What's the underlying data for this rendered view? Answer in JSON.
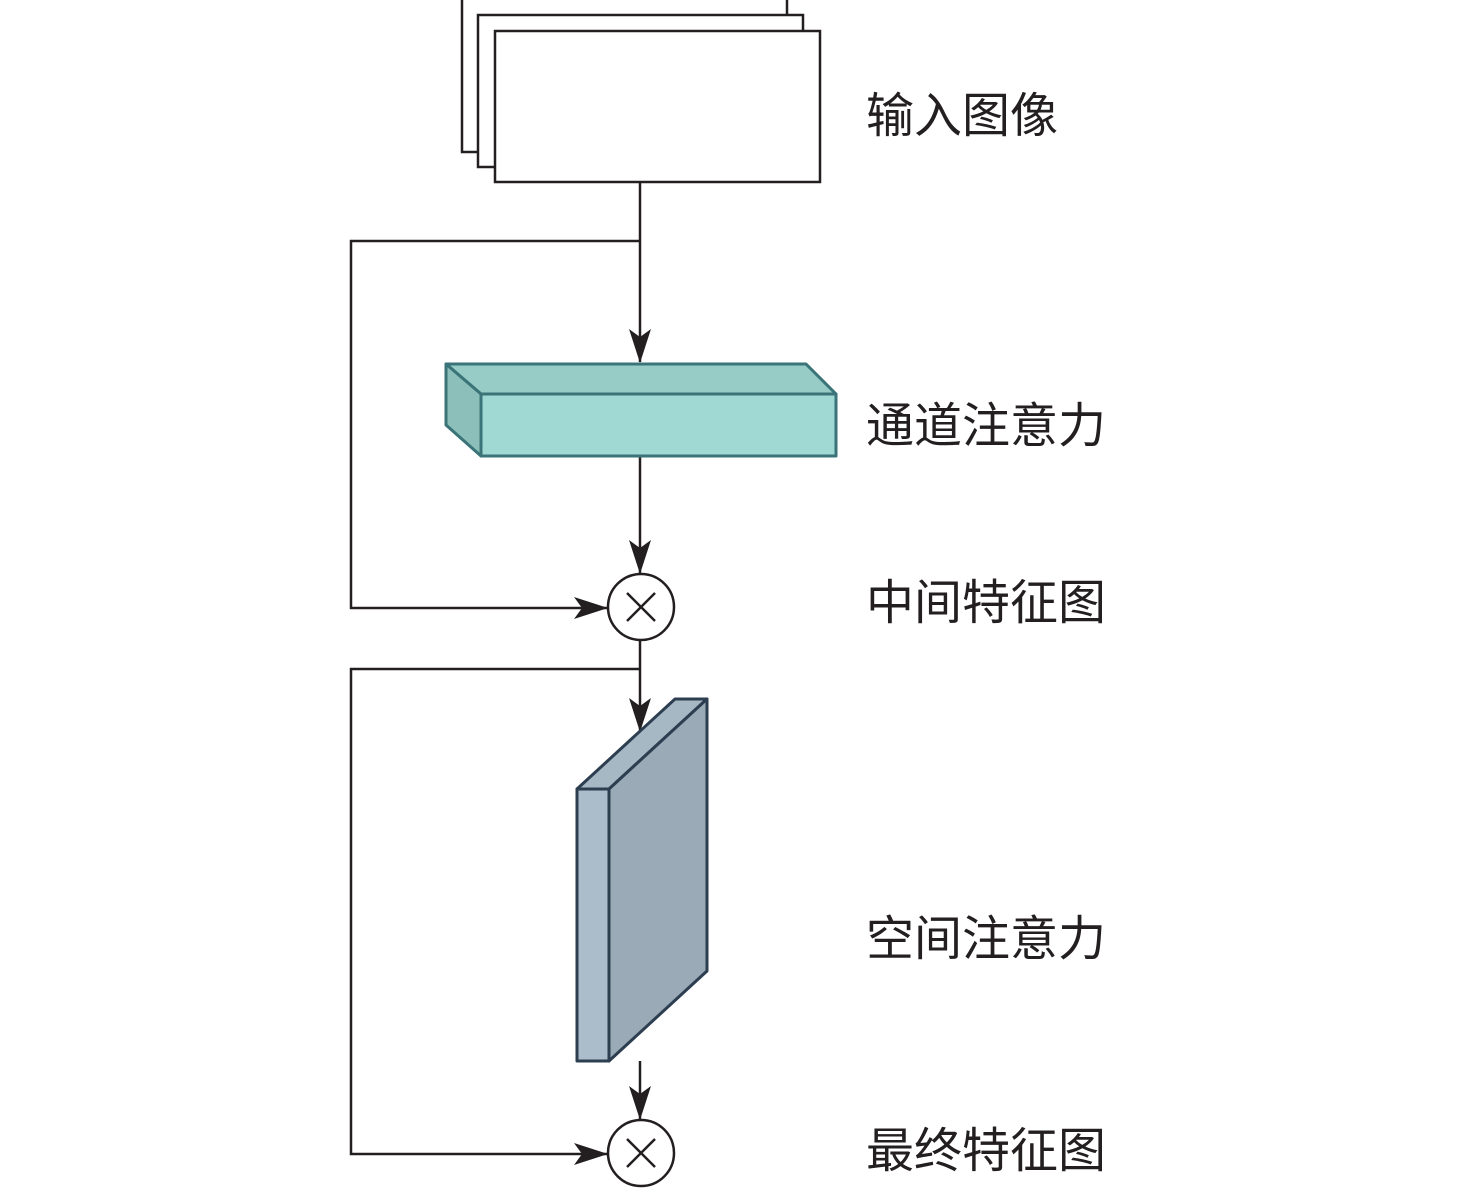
{
  "labels": {
    "input": "输入图像",
    "channel_attention": "通道注意力",
    "intermediate": "中间特征图",
    "spatial_attention": "空间注意力",
    "final": "最终特征图"
  },
  "colors": {
    "channel_front": "#a0d9d3",
    "channel_top": "#97ccc6",
    "channel_side": "#8cbfb9",
    "channel_stroke": "#3a7478",
    "spatial_front": "#abbdca",
    "spatial_right": "#9aaab6",
    "spatial_stroke": "#2c3e50",
    "line": "#231f20"
  },
  "operators": [
    "multiply",
    "multiply"
  ]
}
